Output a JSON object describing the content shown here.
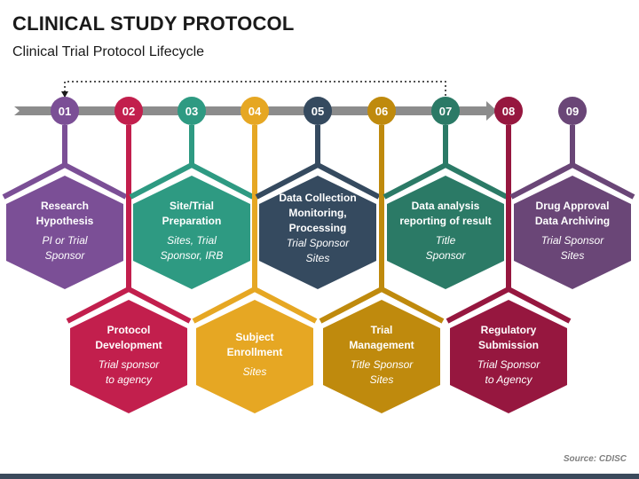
{
  "title": "CLINICAL STUDY PROTOCOL",
  "subtitle": "Clinical Trial Protocol Lifecycle",
  "source": "Source: CDISC",
  "steps": [
    {
      "num": "01",
      "heading": "Research\nHypothesis",
      "sub": "PI or Trial\nSponsor",
      "color": "#7b4f96"
    },
    {
      "num": "02",
      "heading": "Protocol\nDevelopment",
      "sub": "Trial sponsor\nto agency",
      "color": "#c21f4d"
    },
    {
      "num": "03",
      "heading": "Site/Trial\nPreparation",
      "sub": "Sites, Trial\nSponsor, IRB",
      "color": "#2e9a82"
    },
    {
      "num": "04",
      "heading": "Subject\nEnrollment",
      "sub": "Sites",
      "color": "#e6a723"
    },
    {
      "num": "05",
      "heading": "Data Collection\nMonitoring,\nProcessing",
      "sub": "Trial Sponsor\nSites",
      "color": "#354a5f"
    },
    {
      "num": "06",
      "heading": "Trial\nManagement",
      "sub": "Title Sponsor\nSites",
      "color": "#bf8a0d"
    },
    {
      "num": "07",
      "heading": "Data analysis\nreporting of result",
      "sub": "Title\nSponsor",
      "color": "#2b7a66"
    },
    {
      "num": "08",
      "heading": "Regulatory\nSubmission",
      "sub": "Trial Sponsor\nto Agency",
      "color": "#96173f"
    },
    {
      "num": "09",
      "heading": "Drug Approval\nData Archiving",
      "sub": "Trial Sponsor\nSites",
      "color": "#6a4677"
    }
  ],
  "colors": {
    "arrow": "#8c8c8c",
    "text_dark": "#1a1a1a",
    "footer": "#3b4a5c"
  }
}
